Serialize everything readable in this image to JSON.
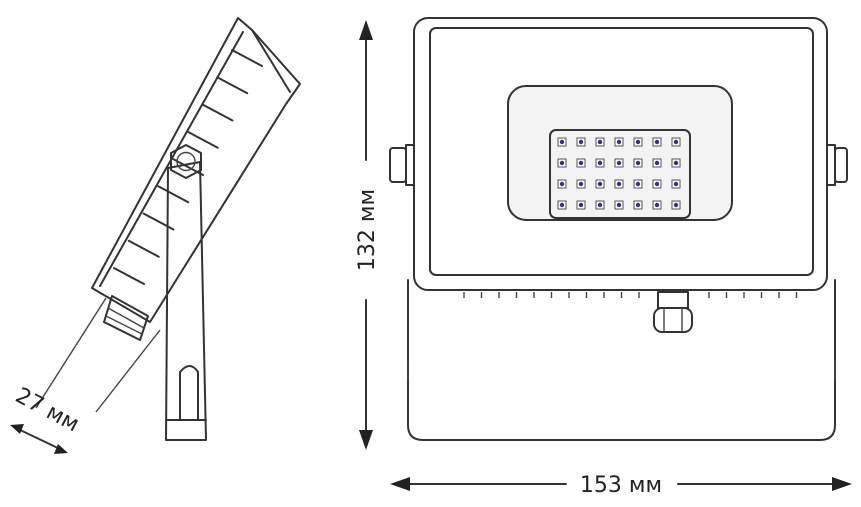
{
  "dimensions": {
    "depth_label": "27 мм",
    "height_label": "132 мм",
    "width_label": "153 мм"
  },
  "led_grid": {
    "rows": 4,
    "cols": 7,
    "led_color": "#3a2d8a"
  },
  "colors": {
    "outline": "#333333",
    "background": "#ffffff"
  }
}
